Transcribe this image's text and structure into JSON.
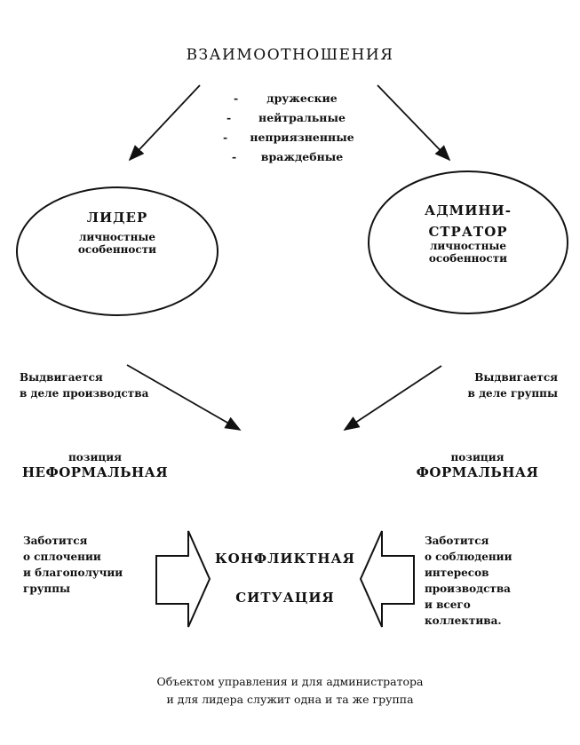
{
  "title": "ВЗАИМООТНОШЕНИЯ",
  "relation_types": [
    "дружеские",
    "нейтральные",
    "неприязненные",
    "враждебные"
  ],
  "leader": {
    "name": "ЛИДЕР",
    "traits": [
      "личностные",
      "особенности"
    ],
    "promoted": [
      "Выдвигается",
      "в деле производства"
    ],
    "position_label": "позиция",
    "position_type": "НЕФОРМАЛЬНАЯ",
    "care": [
      "Заботится",
      "о сплочении",
      "и благополучии",
      "группы"
    ]
  },
  "administrator": {
    "name_lines": [
      "АДМИНИ-",
      "СТРАТОР"
    ],
    "traits": [
      "личностные",
      "особенности"
    ],
    "promoted": [
      "Выдвигается",
      "в деле группы"
    ],
    "position_label": "позиция",
    "position_type": "ФОРМАЛЬНАЯ",
    "care": [
      "Заботится",
      "о соблюдении",
      "интересов",
      "производства",
      "и всего",
      "коллектива."
    ]
  },
  "conflict": [
    "КОНФЛИКТНАЯ",
    "СИТУАЦИЯ"
  ],
  "footer": [
    "Объектом управления и для администратора",
    "и для лидера служит одна и та же группа"
  ]
}
